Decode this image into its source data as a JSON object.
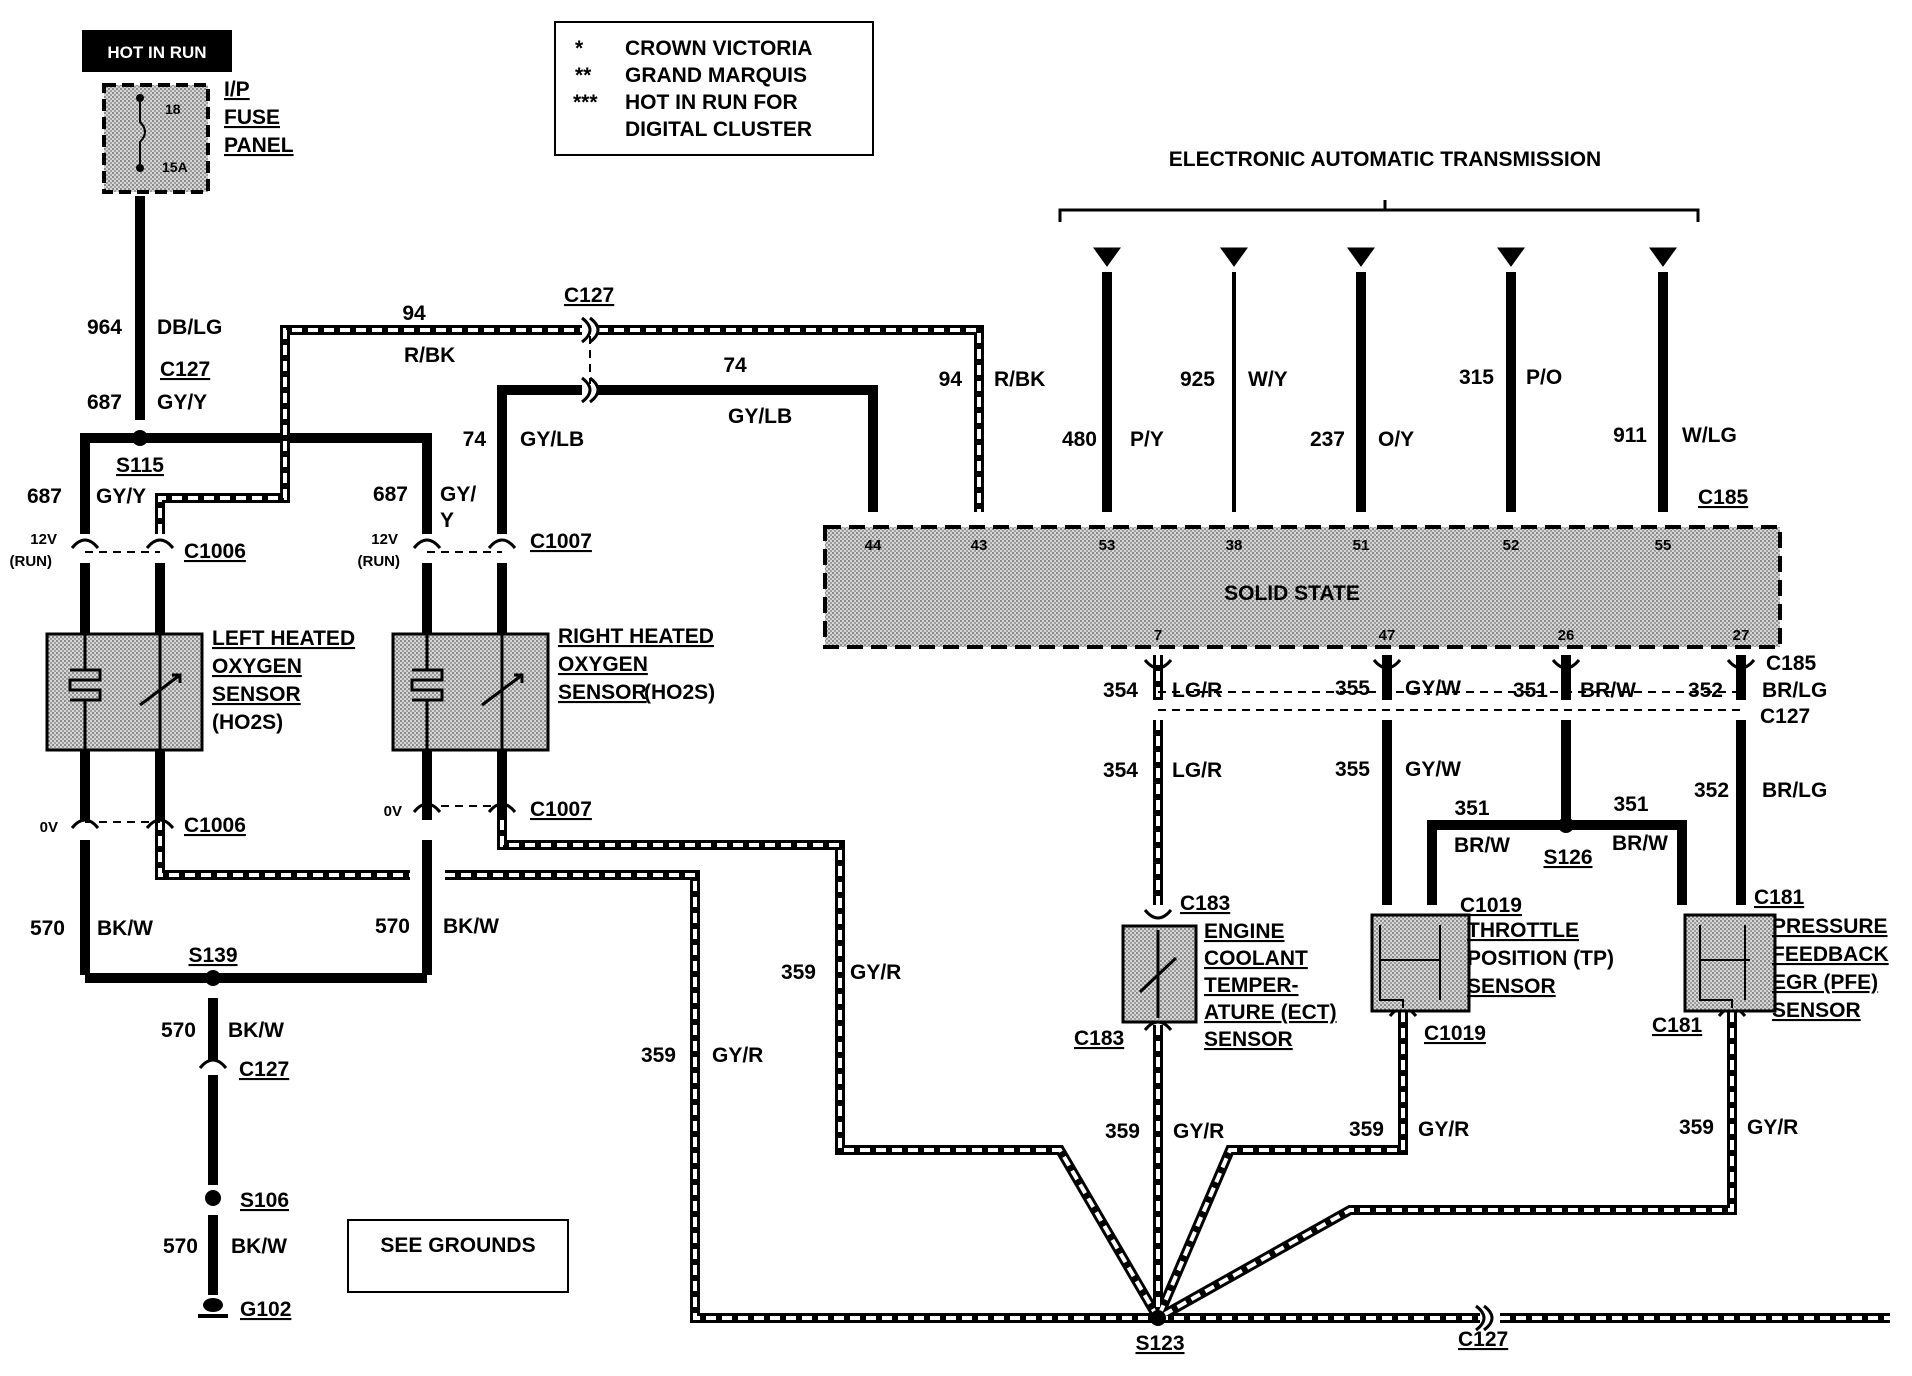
{
  "header": {
    "hot_in_run": "HOT IN RUN"
  },
  "fuse": {
    "line1": "I/P",
    "line2": "FUSE",
    "line3": "PANEL",
    "num": "18",
    "amps": "15A"
  },
  "legend": {
    "row1_mark": "*",
    "row1": "CROWN VICTORIA",
    "row2_mark": "**",
    "row2": "GRAND MARQUIS",
    "row3_mark": "***",
    "row3": "HOT IN RUN FOR",
    "row4": "DIGITAL CLUSTER"
  },
  "transmission": {
    "title": "ELECTRONIC AUTOMATIC TRANSMISSION"
  },
  "module": {
    "label": "SOLID STATE",
    "connector": "C185",
    "top_pins": [
      "44",
      "43",
      "53",
      "38",
      "51",
      "52",
      "55"
    ],
    "bottom_pins": [
      "7",
      "47",
      "26",
      "27"
    ]
  },
  "trans_wires": [
    {
      "circuit": "480",
      "color": "P/Y"
    },
    {
      "circuit": "925",
      "color": "W/Y"
    },
    {
      "circuit": "237",
      "color": "O/Y"
    },
    {
      "circuit": "315",
      "color": "P/O"
    },
    {
      "circuit": "911",
      "color": "W/LG"
    }
  ],
  "wires": {
    "w964": "964",
    "c964": "DB/LG",
    "w687": "687",
    "c687": "GY/Y",
    "w687b": "687",
    "c687b": "GY/Y",
    "w687c": "687",
    "c687c1": "GY/",
    "c687c2": "Y",
    "w94a": "94",
    "c94a": "R/BK",
    "w94b": "94",
    "c94b": "R/BK",
    "w74a": "74",
    "c74a": "GY/LB",
    "w74b": "74",
    "c74b": "GY/LB",
    "w570a": "570",
    "c570a": "BK/W",
    "w570b": "570",
    "c570b": "BK/W",
    "w570c": "570",
    "c570c": "BK/W",
    "w570d": "570",
    "c570d": "BK/W",
    "w359a": "359",
    "c359a": "GY/R",
    "w359b": "359",
    "c359b": "GY/R",
    "w359c": "359",
    "c359c": "GY/R",
    "w359d": "359",
    "c359d": "GY/R",
    "w359e": "359",
    "c359e": "GY/R",
    "w354a": "354",
    "c354a": "LG/R",
    "w354b": "354",
    "c354b": "LG/R",
    "w355a": "355",
    "c355a": "GY/W",
    "w355b": "355",
    "c355b": "GY/W",
    "w351a": "351",
    "c351a": "BR/W",
    "w351b": "351",
    "c351b": "BR/W",
    "w351c": "351",
    "c351c": "BR/W",
    "w352a": "352",
    "c352a": "BR/LG",
    "w352b": "352",
    "c352b": "BR/LG"
  },
  "connectors": {
    "c127a": "C127",
    "c127b": "C127",
    "c127c": "C127",
    "c127d": "C127",
    "c127e": "C127",
    "c1006a": "C1006",
    "c1006b": "C1006",
    "c1007a": "C1007",
    "c1007b": "C1007",
    "c185b": "C185",
    "c183a": "C183",
    "c183b": "C183",
    "c1019a": "C1019",
    "c1019b": "C1019",
    "c181a": "C181",
    "c181b": "C181"
  },
  "splices": {
    "s115": "S115",
    "s139": "S139",
    "s106": "S106",
    "s126": "S126",
    "s123": "S123",
    "g102": "G102"
  },
  "voltages": {
    "v12a": "12V",
    "runa": "(RUN)",
    "v12b": "12V",
    "runb": "(RUN)",
    "v0a": "0V",
    "v0b": "0V"
  },
  "sensors": {
    "left": [
      "LEFT HEATED",
      "OXYGEN",
      "SENSOR",
      "(HO2S)"
    ],
    "right": [
      "RIGHT HEATED",
      "OXYGEN",
      "SENSOR",
      "(HO2S)"
    ],
    "ect": [
      "ENGINE",
      "COOLANT",
      "TEMPER-",
      "ATURE (ECT)",
      "SENSOR"
    ],
    "tp": [
      "THROTTLE",
      "POSITION (TP)",
      "SENSOR"
    ],
    "pfe": [
      "PRESSURE",
      "FEEDBACK",
      "EGR (PFE)",
      "SENSOR"
    ]
  },
  "grounds": {
    "label": "SEE GROUNDS"
  }
}
